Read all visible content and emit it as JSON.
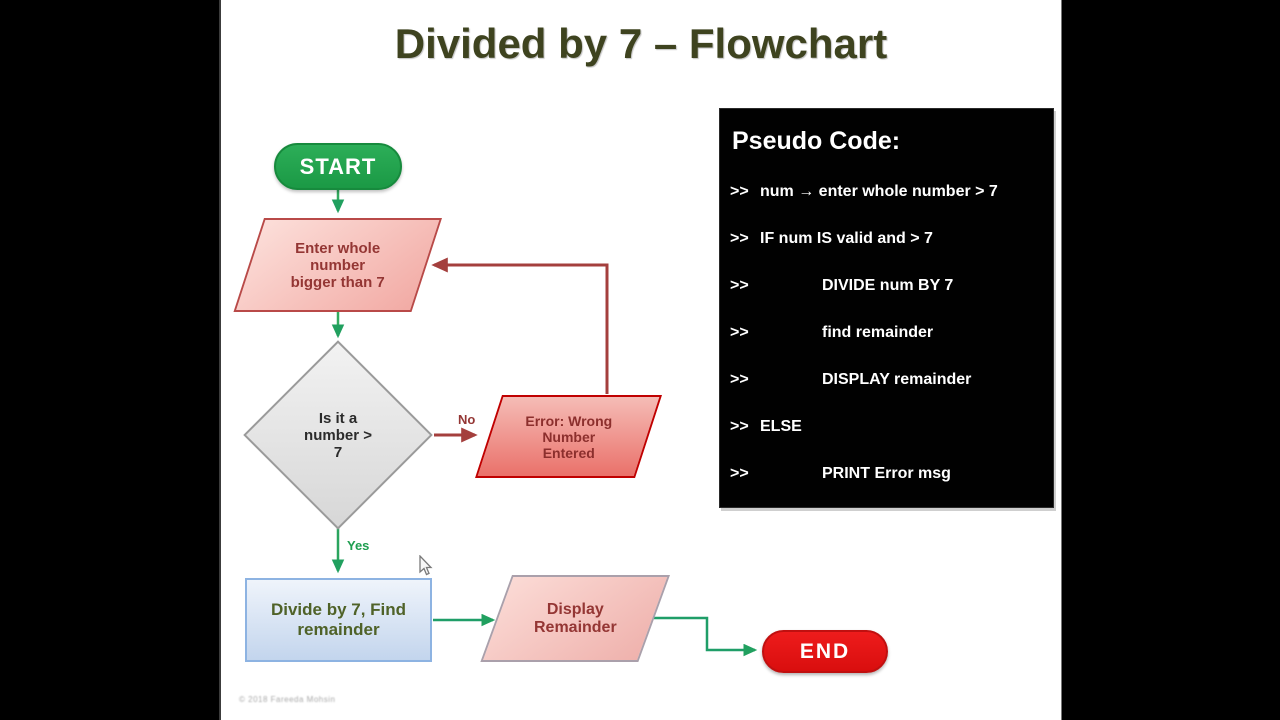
{
  "title": "Divided by 7 – Flowchart",
  "flowchart": {
    "start_label": "START",
    "input_label": "Enter whole\nnumber\nbigger than 7",
    "decision_label": "Is it a\nnumber >\n7",
    "no_label": "No",
    "yes_label": "Yes",
    "error_label": "Error: Wrong\nNumber\nEntered",
    "process_label": "Divide by 7, Find\nremainder",
    "display_label": "Display\nRemainder",
    "end_label": "END"
  },
  "pseudo_code": {
    "heading": "Pseudo Code:",
    "lines": [
      {
        "prefix": ">>",
        "text": "num → enter whole number > 7"
      },
      {
        "prefix": ">>",
        "text": "IF num IS valid and > 7"
      },
      {
        "prefix": ">>",
        "text": "DIVIDE num BY 7"
      },
      {
        "prefix": ">>",
        "text": "find remainder"
      },
      {
        "prefix": ">>",
        "text": "DISPLAY remainder"
      },
      {
        "prefix": ">>",
        "text": "ELSE"
      },
      {
        "prefix": ">>",
        "text": "PRINT Error msg"
      }
    ]
  },
  "watermark": "© 2018 Fareeda Mohsin",
  "colors": {
    "title_olive": "#3e431f",
    "start_green": "#21a44e",
    "end_red": "#e01414",
    "flow_arrow_green": "#2aa55e",
    "error_arrow_red": "#a43f3d",
    "process_blue_border": "#8db3e2",
    "process_text_green": "#4f6228",
    "parallelogram_text_red": "#943634",
    "error_border_red": "#c00000",
    "diamond_gray_border": "#9a9a9a",
    "panel_bg": "#000000",
    "panel_text": "#ffffff"
  }
}
